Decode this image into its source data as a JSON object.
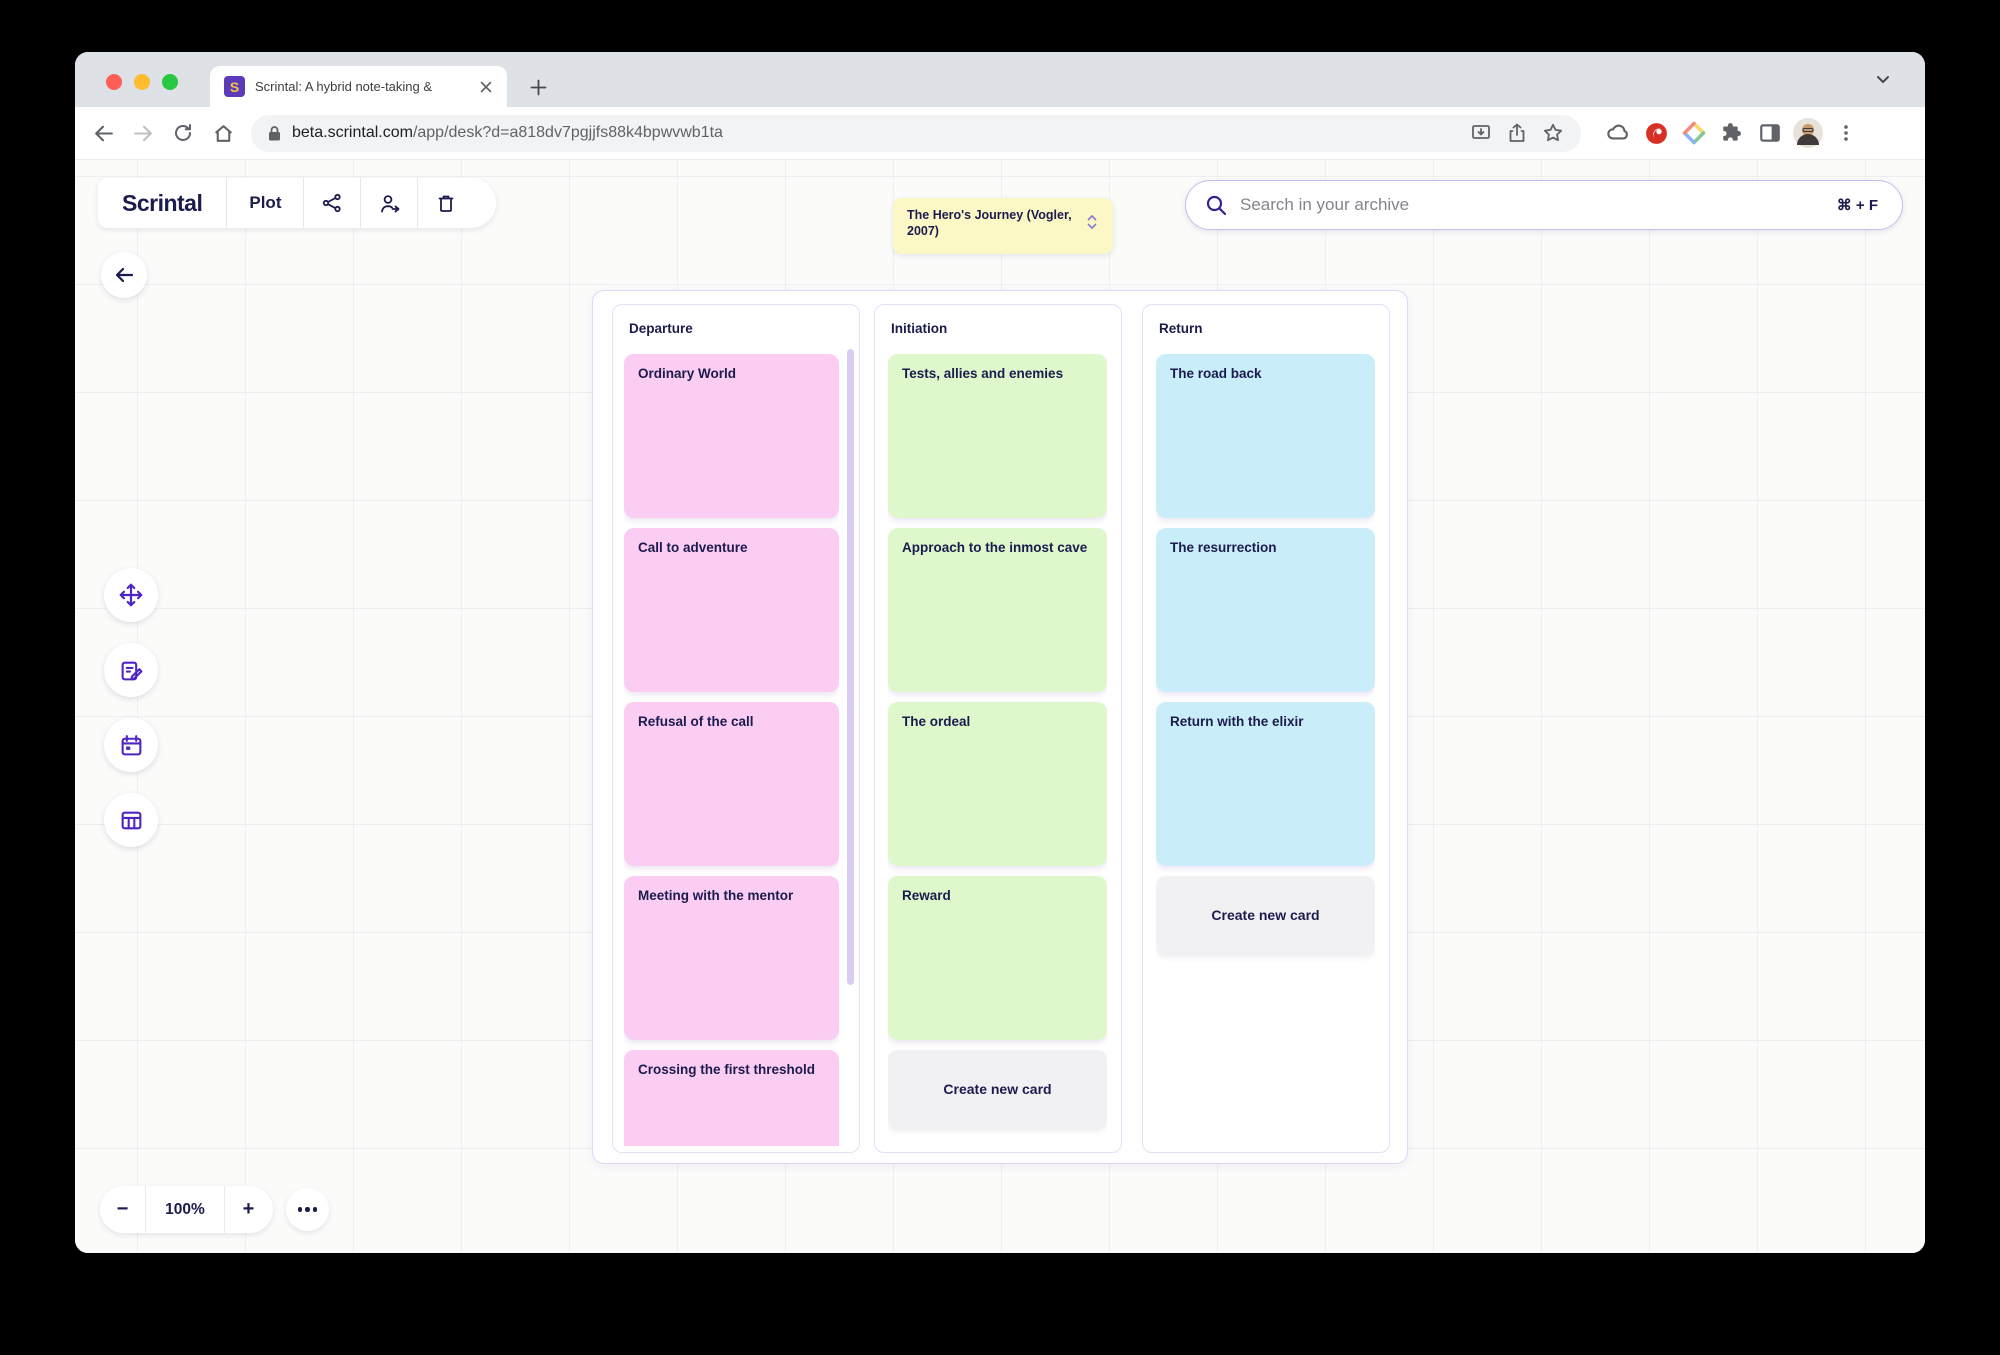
{
  "browser": {
    "traffic_lights": [
      "#ff5f57",
      "#febc2e",
      "#28c840"
    ],
    "tab_title": "Scrintal: A hybrid note-taking &",
    "favicon_letter": "S",
    "url_domain": "beta.scrintal.com",
    "url_path": "/app/desk?d=a818dv7pgjjfs88k4bpwvwb1ta"
  },
  "app": {
    "brand": "Scrintal",
    "plot_label": "Plot",
    "note_title": "The Hero's Journey (Vogler, 2007)",
    "search_placeholder": "Search in your archive",
    "search_shortcut": "⌘ + F",
    "zoom_minus": "−",
    "zoom_level": "100%",
    "zoom_plus": "+",
    "colors": {
      "accent": "#4f24c4",
      "navy": "#1c1b4e",
      "note_bg": "#fbf8c5",
      "pink": "#fbcdf3",
      "green": "#def8cb",
      "cyan": "#c9eef9",
      "create_bg": "#f1f1f4"
    },
    "board": {
      "columns": [
        {
          "title": "Departure",
          "card_color": "#fbcdf3",
          "cards": [
            "Ordinary World",
            "Call to adventure",
            "Refusal of the call",
            "Meeting with the mentor",
            "Crossing the first threshold"
          ],
          "create_label": null,
          "scrollbar": true
        },
        {
          "title": "Initiation",
          "card_color": "#def8cb",
          "cards": [
            "Tests, allies and enemies",
            "Approach to the inmost cave",
            "The ordeal",
            "Reward"
          ],
          "create_label": "Create new card",
          "scrollbar": false
        },
        {
          "title": "Return",
          "card_color": "#c9eef9",
          "cards": [
            "The road back",
            "The resurrection",
            "Return with the elixir"
          ],
          "create_label": "Create new card",
          "scrollbar": false
        }
      ]
    }
  }
}
